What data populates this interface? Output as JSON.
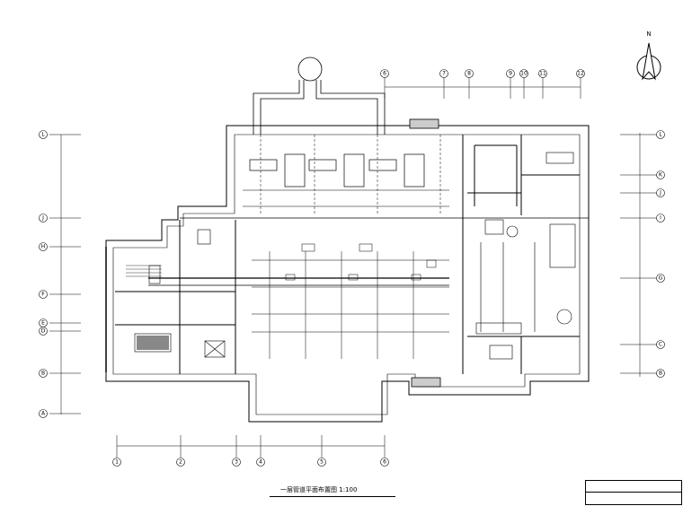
{
  "drawing": {
    "title": "一层管道平面布置图",
    "scale": "1:100",
    "north_label": "N"
  },
  "axes": {
    "left_letters": [
      "L",
      "J",
      "H",
      "F",
      "E",
      "D",
      "B",
      "A"
    ],
    "right_letters": [
      "L",
      "K",
      "J",
      "I",
      "G",
      "C",
      "B"
    ],
    "bottom_numbers": [
      "1",
      "2",
      "3",
      "4",
      "5",
      "6"
    ],
    "top_numbers": [
      "6",
      "7",
      "8",
      "9",
      "10",
      "11",
      "12"
    ]
  },
  "rooms": {
    "room_a": "",
    "room_b": "",
    "room_c": ""
  }
}
